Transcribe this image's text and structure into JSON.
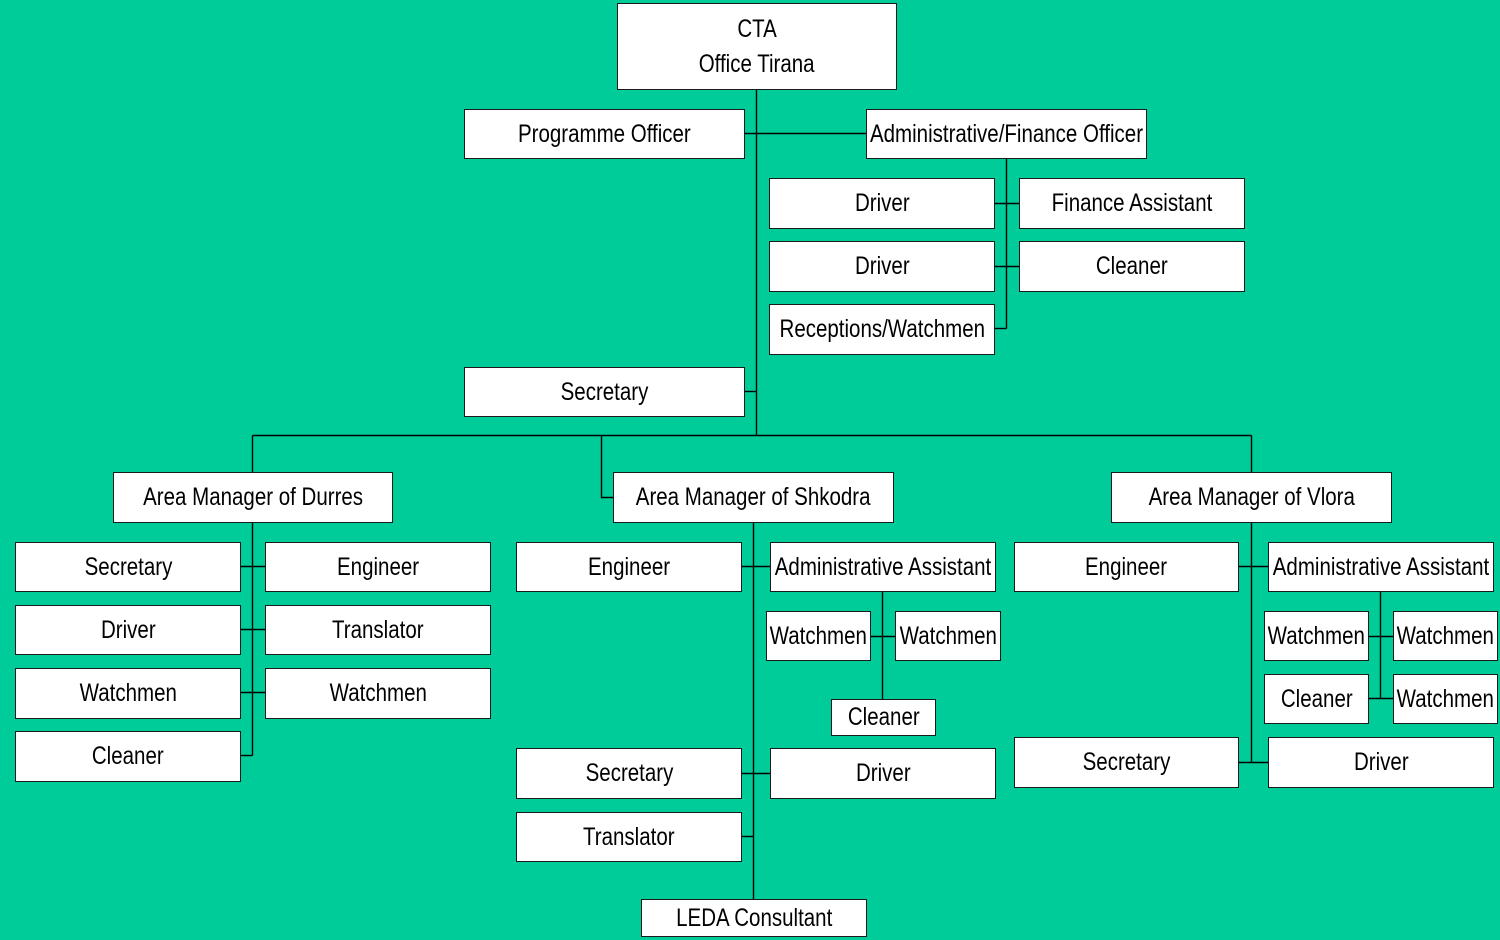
{
  "colors": {
    "background": "#00CC99",
    "box_fill": "#FFFFFF",
    "line": "#000000"
  },
  "head": {
    "line1": "CTA",
    "line2": "Office Tirana"
  },
  "tirana": {
    "programme_officer": "Programme Officer",
    "admin_finance_officer": "Administrative/Finance Officer",
    "admin_staff": [
      "Driver",
      "Finance Assistant",
      "Driver",
      "Cleaner",
      "Receptions/Watchmen"
    ],
    "secretary": "Secretary"
  },
  "durres": {
    "manager": "Area Manager of Durres",
    "staff": [
      "Secretary",
      "Engineer",
      "Driver",
      "Translator",
      "Watchmen",
      "Watchmen",
      "Cleaner"
    ]
  },
  "shkodra": {
    "manager": "Area Manager of Shkodra",
    "engineer": "Engineer",
    "admin_assistant": "Administrative Assistant",
    "admin_staff": [
      "Watchmen",
      "Watchmen",
      "Cleaner"
    ],
    "secretary": "Secretary",
    "driver": "Driver",
    "translator": "Translator",
    "leda_consultant": "LEDA Consultant"
  },
  "vlora": {
    "manager": "Area Manager of Vlora",
    "engineer": "Engineer",
    "admin_assistant": "Administrative Assistant",
    "admin_staff": [
      "Watchmen",
      "Watchmen",
      "Cleaner",
      "Watchmen"
    ],
    "secretary": "Secretary",
    "driver": "Driver"
  }
}
